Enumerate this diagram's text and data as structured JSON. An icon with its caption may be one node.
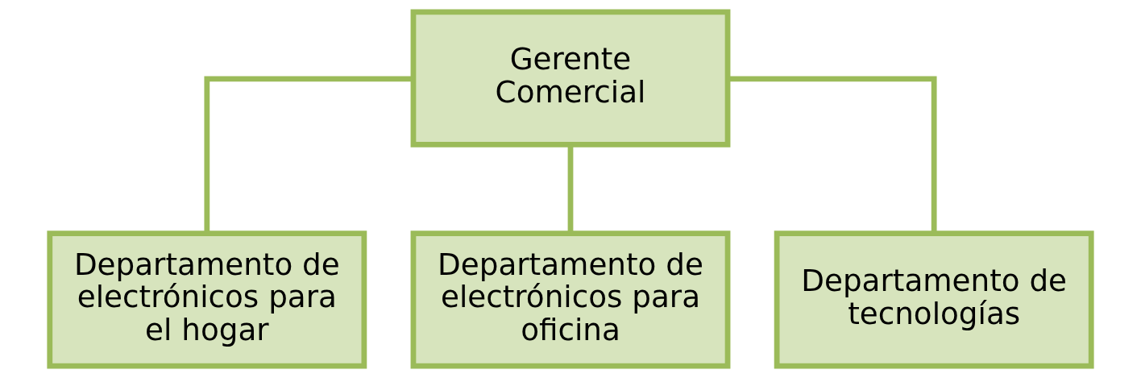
{
  "diagram": {
    "nodes": [
      {
        "text": [
          "Gerente Comercial"
        ]
      },
      {
        "text": [
          "Departamento de electrónicos para el hogar"
        ]
      },
      {
        "text": [
          "Departamento de electrónicos para oficina"
        ]
      },
      {
        "text": [
          "Departamento de tecnologías"
        ]
      }
    ],
    "edges": [
      {
        "from": 0,
        "to": 1,
        "arrow": "none"
      },
      {
        "from": 0,
        "to": 2,
        "arrow": "none"
      },
      {
        "from": 0,
        "to": 3,
        "arrow": "none"
      }
    ]
  }
}
